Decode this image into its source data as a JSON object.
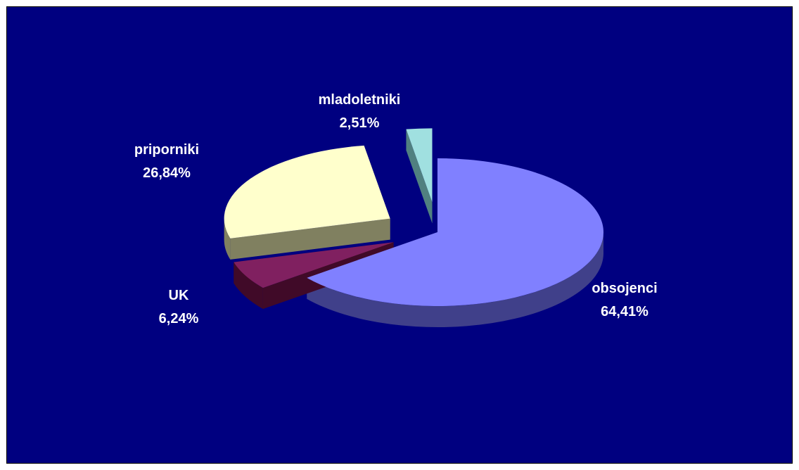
{
  "chart_data": {
    "type": "pie",
    "style": "3d-exploded",
    "background": "#000080",
    "label_color": "#ffffff",
    "series": [
      {
        "name": "obsojenci",
        "percent_label": "64,41%",
        "value": 64.41,
        "color": "#8080ff",
        "side_color": "#40408a"
      },
      {
        "name": "UK",
        "percent_label": "6,24%",
        "value": 6.24,
        "color": "#802060",
        "side_color": "#400a28"
      },
      {
        "name": "priporniki",
        "percent_label": "26,84%",
        "value": 26.84,
        "color": "#ffffcc",
        "side_color": "#808060"
      },
      {
        "name": "mladoletniki",
        "percent_label": "2,51%",
        "value": 2.51,
        "color": "#a0e0e0",
        "side_color": "#508080"
      }
    ]
  }
}
